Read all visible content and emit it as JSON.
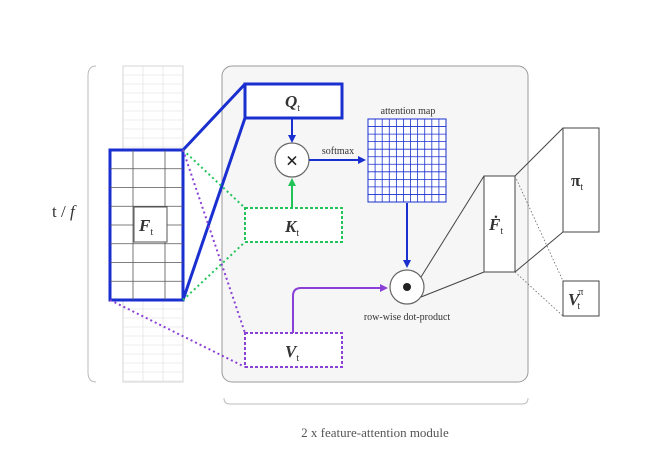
{
  "figure": {
    "side_label": "t / ",
    "side_label_italic": "f",
    "caption": "2 x feature-attention module"
  },
  "nodes": {
    "features": {
      "main": "F",
      "sub": "t"
    },
    "query": {
      "main": "Q",
      "sub": "t"
    },
    "key": {
      "main": "K",
      "sub": "t"
    },
    "value": {
      "main": "V",
      "sub": "t"
    },
    "attended": {
      "main": "Ḟ",
      "sub": "t"
    },
    "policy": {
      "main": "π",
      "sub": "t"
    },
    "value_pi": {
      "main": "V",
      "sub": "t",
      "sup": "π"
    }
  },
  "labels": {
    "softmax": "softmax",
    "attention_map": "attention map",
    "rowwise": "row-wise dot-product"
  },
  "colors": {
    "blue": "#1a2fd0",
    "green": "#22c45a",
    "purple": "#8a3fd6",
    "grey": "#444444",
    "light": "#bbbbbb"
  }
}
